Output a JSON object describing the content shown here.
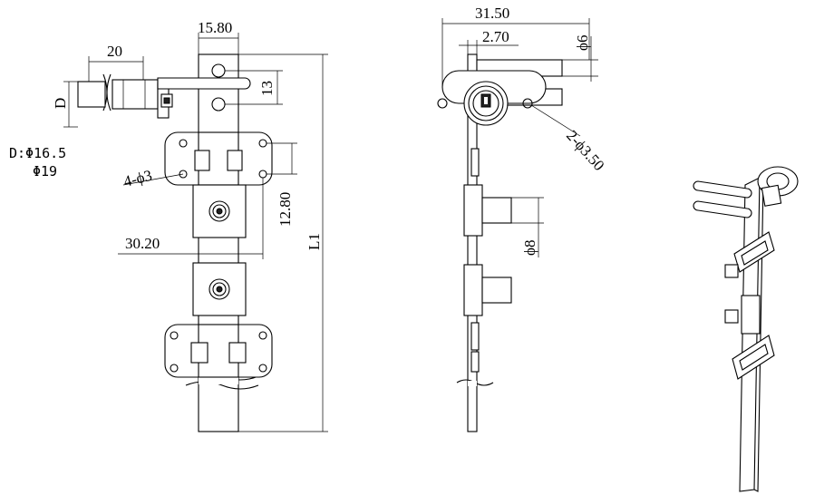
{
  "front_view": {
    "dim_width_top": "15.80",
    "dim_cylinder_len": "20",
    "dim_d_label": "D",
    "dim_pin_spacing": "13",
    "dim_hole_spacing": "12.80",
    "dim_plate_width": "30.20",
    "dim_total_length": "L1",
    "dim_mount_holes": "4-ϕ3",
    "note_line1": "D:Φ16.5",
    "note_line2": "Φ19"
  },
  "side_view": {
    "dim_overall_width": "31.50",
    "dim_offset": "2.70",
    "dim_pin_dia": "ϕ6",
    "dim_screw_holes": "2-ϕ3.50",
    "dim_boss_dia": "ϕ8"
  }
}
